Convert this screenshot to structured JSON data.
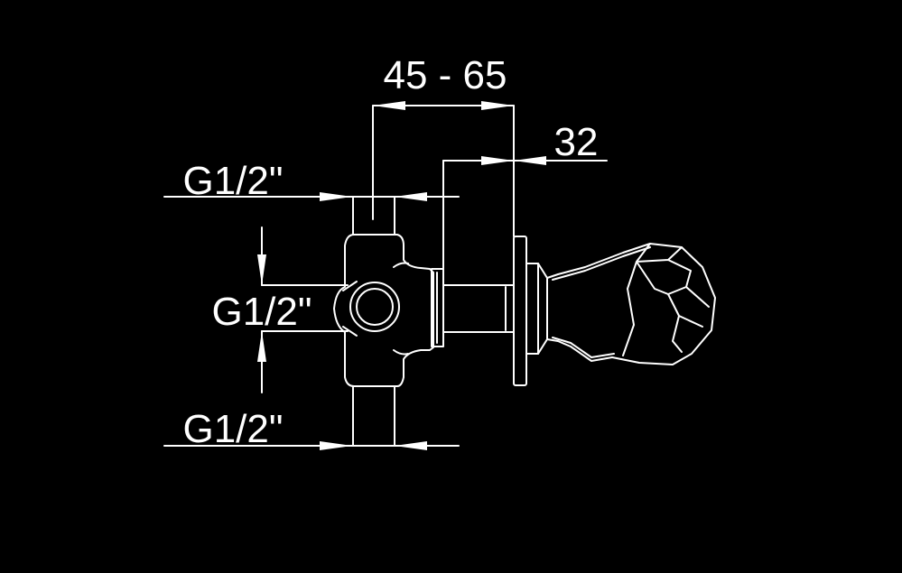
{
  "drawing": {
    "dim_top": "45 - 65",
    "dim_right": "32",
    "thread_top": "G1/2\"",
    "thread_middle": "G1/2\"",
    "thread_bottom": "G1/2\""
  },
  "colors": {
    "background": "#000000",
    "lines": "#ffffff"
  }
}
